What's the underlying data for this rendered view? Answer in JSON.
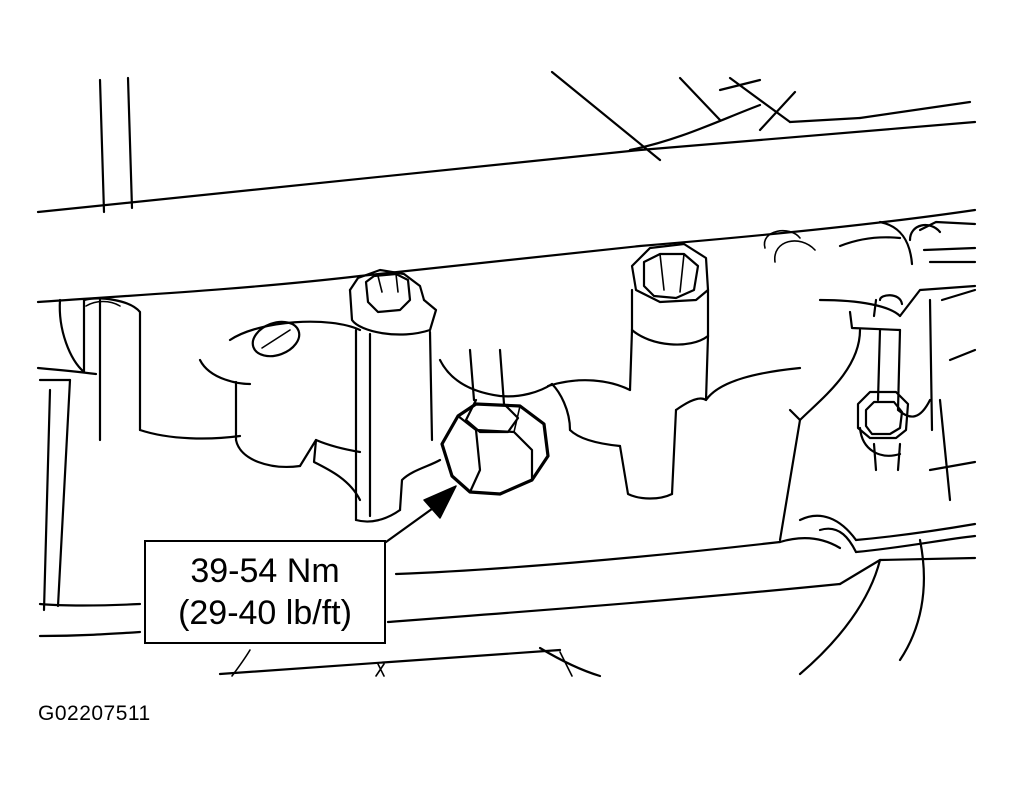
{
  "callout": {
    "torque_metric": "39-54 Nm",
    "torque_imperial": "(29-40 lb/ft)"
  },
  "figure_id": "G02207511"
}
